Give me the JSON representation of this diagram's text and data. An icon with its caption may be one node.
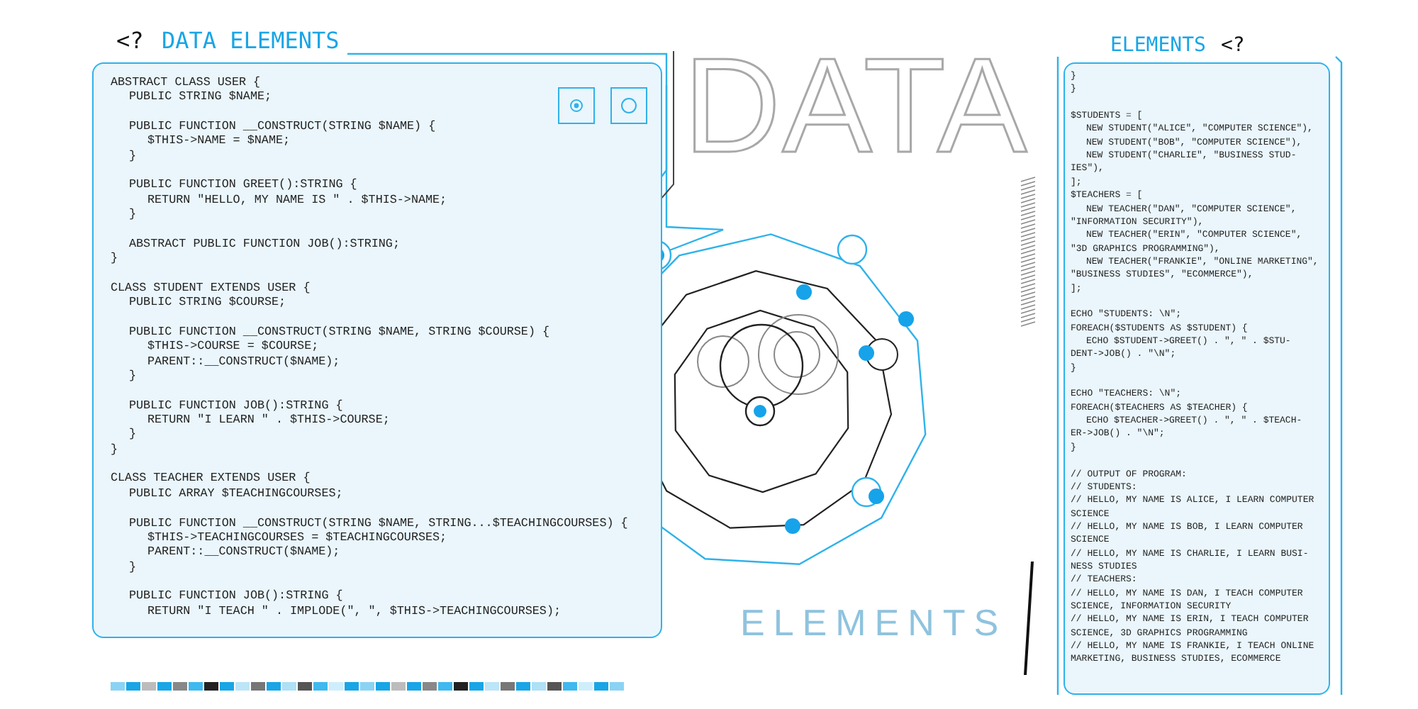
{
  "diagram": {
    "nodes": [
      {
        "text": [
          "<?",
          "DATA ELEMENTS",
          "ABSTRACT CLASS USER {",
          "PUBLIC STRING $NAME;",
          "PUBLIC FUNCTION __CONSTRUCT(STRING $NAME) {",
          "$THIS->NAME = $NAME;",
          "}",
          "PUBLIC FUNCTION GREET():STRING {",
          "RETURN \"HELLO, MY NAME IS \" . $THIS->NAME;",
          "}",
          "ABSTRACT PUBLIC FUNCTION JOB():STRING;",
          "}",
          "CLASS STUDENT EXTENDS USER {",
          "PUBLIC STRING $COURSE;",
          "PUBLIC FUNCTION __CONSTRUCT(STRING $NAME, STRING $COURSE) {",
          "$THIS->COURSE = $COURSE;",
          "PARENT::__CONSTRUCT($NAME);",
          "}",
          "PUBLIC FUNCTION JOB():STRING {",
          "RETURN \"I LEARN \" . $THIS->COURSE;",
          "}",
          "}",
          "CLASS TEACHER EXTENDS USER {",
          "PUBLIC ARRAY $TEACHINGCOURSES;",
          "PUBLIC FUNCTION __CONSTRUCT(STRING $NAME, STRING...$TEACHINGCOURSES) {",
          "$THIS->TEACHINGCOURSES = $TEACHINGCOURSES;",
          "PARENT::__CONSTRUCT($NAME);",
          "}",
          "PUBLIC FUNCTION JOB():STRING {",
          "RETURN \"I TEACH \" . IMPLODE(\", \", $THIS->TEACHINGCOURSES);"
        ]
      },
      {
        "text": [
          "ELEMENTS",
          "<?",
          "}",
          "}",
          "$STUDENTS = [",
          "NEW STUDENT(\"ALICE\", \"COMPUTER SCIENCE\"),",
          "NEW STUDENT(\"BOB\", \"COMPUTER SCIENCE\"),",
          "NEW STUDENT(\"CHARLIE\", \"BUSINESS STUD-",
          "IES\"),",
          "];",
          "$TEACHERS = [",
          "NEW TEACHER(\"DAN\", \"COMPUTER SCIENCE\",",
          "\"INFORMATION SECURITY\"),",
          "NEW TEACHER(\"ERIN\", \"COMPUTER SCIENCE\",",
          "\"3D GRAPHICS PROGRAMMING\"),",
          "NEW TEACHER(\"FRANKIE\", \"ONLINE MARKETING\",",
          "\"BUSINESS STUDIES\", \"ECOMMERCE\"),",
          "];",
          "ECHO \"STUDENTS: \\N\";",
          "FOREACH($STUDENTS AS $STUDENT) {",
          "ECHO $STUDENT->GREET() . \", \" . $STU-",
          "DENT->JOB() . \"\\N\";",
          "}",
          "ECHO \"TEACHERS: \\N\";",
          "FOREACH($TEACHERS AS $TEACHER) {",
          "ECHO $TEACHER->GREET() . \", \" . $TEACH-",
          "ER->JOB() . \"\\N\";",
          "}",
          "// OUTPUT OF PROGRAM:",
          "// STUDENTS:",
          "// HELLO, MY NAME IS ALICE, I LEARN COMPUTER",
          "SCIENCE",
          "// HELLO, MY NAME IS BOB, I LEARN COMPUTER",
          "SCIENCE",
          "// HELLO, MY NAME IS CHARLIE, I LEARN BUSI-",
          "NESS STUDIES",
          "// TEACHERS:",
          "// HELLO, MY NAME IS DAN, I TEACH COMPUTER",
          "SCIENCE, INFORMATION SECURITY",
          "// HELLO, MY NAME IS ERIN, I TEACH COMPUTER",
          "SCIENCE, 3D GRAPHICS PROGRAMMING",
          "// HELLO, MY NAME IS FRANKIE, I TEACH ONLINE",
          "MARKETING, BUSINESS STUDIES, ECOMMERCE"
        ]
      }
    ],
    "labels": [
      "DATA",
      "ELEMENTS"
    ]
  }
}
